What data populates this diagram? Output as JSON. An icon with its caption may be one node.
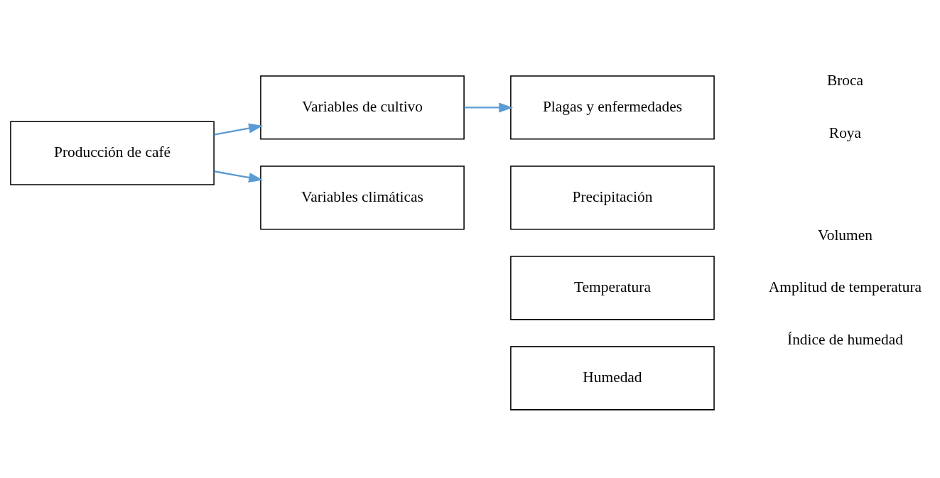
{
  "diagram": {
    "nodes": [
      {
        "text": [
          "Producción de café"
        ]
      },
      {
        "text": [
          "Variables de cultivo"
        ]
      },
      {
        "text": [
          "Plagas y enfermedades"
        ]
      },
      {
        "text": [
          "Variables climáticas"
        ]
      },
      {
        "text": [
          "Precipitación"
        ]
      },
      {
        "text": [
          "Temperatura"
        ]
      },
      {
        "text": [
          "Humedad"
        ]
      }
    ],
    "edges": [
      {
        "from": 0,
        "to": 1,
        "arrow": "to"
      },
      {
        "from": 1,
        "to": 2,
        "arrow": "to"
      },
      {
        "from": 0,
        "to": 3,
        "arrow": "to"
      }
    ],
    "labels": [
      "Broca",
      "Roya",
      "Volumen",
      "Amplitud de temperatura",
      "Índice de humedad"
    ]
  }
}
